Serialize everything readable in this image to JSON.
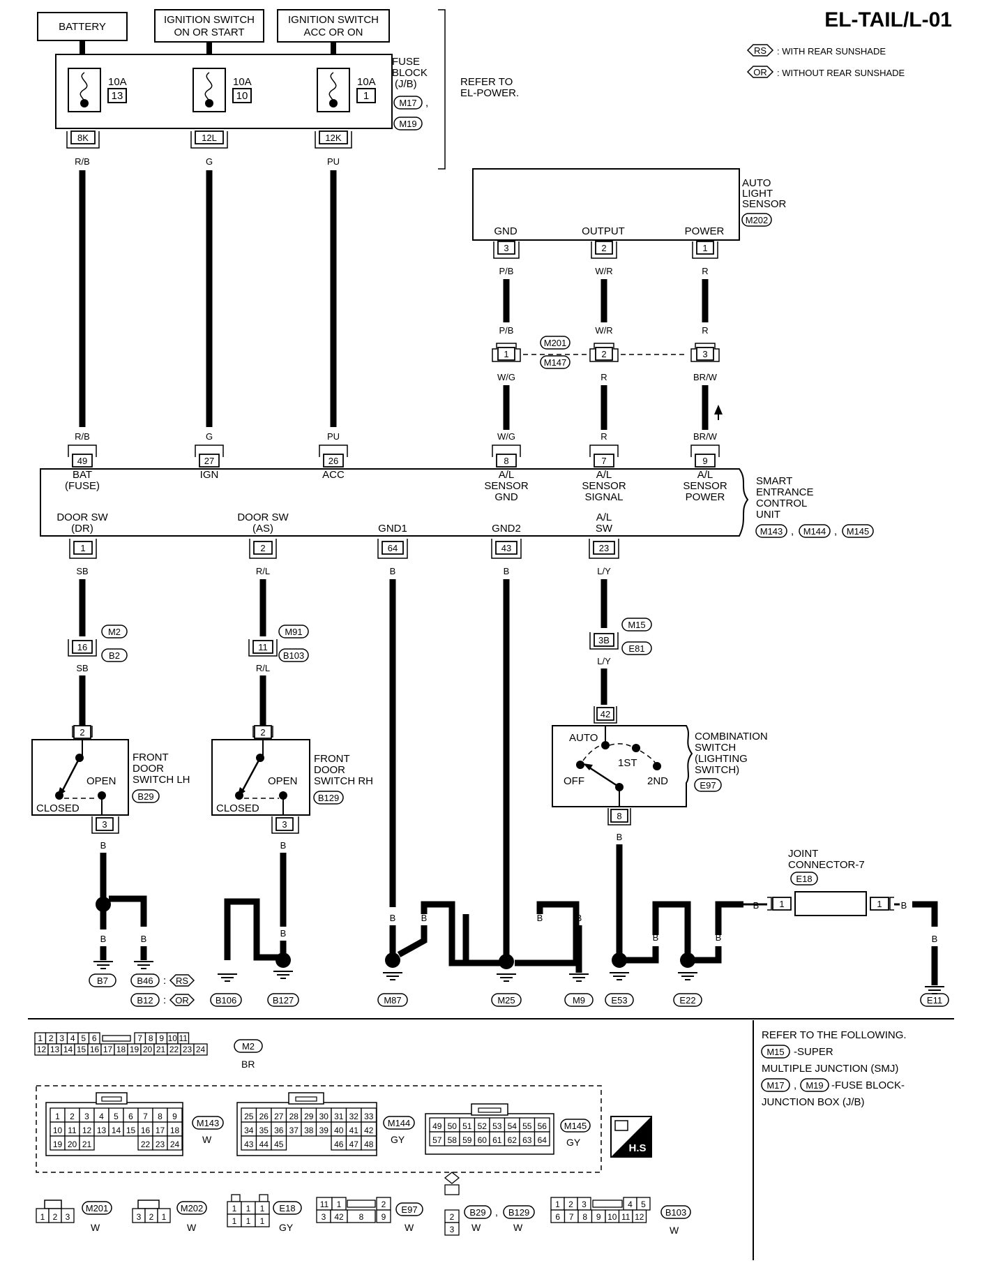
{
  "title": "EL-TAIL/L-01",
  "legend": {
    "rs_code": "RS",
    "rs_text": ": WITH REAR SUNSHADE",
    "or_code": "OR",
    "or_text": ": WITHOUT REAR SUNSHADE"
  },
  "power_sources": [
    {
      "label1": "BATTERY",
      "label2": ""
    },
    {
      "label1": "IGNITION SWITCH",
      "label2": "ON OR START"
    },
    {
      "label1": "IGNITION SWITCH",
      "label2": "ACC OR ON"
    }
  ],
  "fuse_block": {
    "label1": "FUSE",
    "label2": "BLOCK",
    "label3": "(J/B)",
    "conn1": "M17",
    "conn2": "M19",
    "fuses": [
      {
        "amp": "10A",
        "num": "13",
        "pin": "8K",
        "wire": "R/B"
      },
      {
        "amp": "10A",
        "num": "10",
        "pin": "12L",
        "wire": "G"
      },
      {
        "amp": "10A",
        "num": "1",
        "pin": "12K",
        "wire": "PU"
      }
    ]
  },
  "refer_power": {
    "line1": "REFER TO",
    "line2": "EL-POWER."
  },
  "auto_light_sensor": {
    "label1": "AUTO",
    "label2": "LIGHT",
    "label3": "SENSOR",
    "conn": "M202",
    "pins": [
      {
        "name": "GND",
        "num": "3",
        "wire_top": "P/B",
        "wire_mid": "P/B",
        "jnum": "1",
        "wire_bot": "W/G",
        "wire_scu": "W/G"
      },
      {
        "name": "OUTPUT",
        "num": "2",
        "wire_top": "W/R",
        "wire_mid": "W/R",
        "jnum": "2",
        "wire_bot": "R",
        "wire_scu": "R"
      },
      {
        "name": "POWER",
        "num": "1",
        "wire_top": "R",
        "wire_mid": "R",
        "jnum": "3",
        "wire_bot": "BR/W",
        "wire_scu": "BR/W"
      }
    ],
    "joint_conn1": "M201",
    "joint_conn2": "M147"
  },
  "scu": {
    "label1": "SMART",
    "label2": "ENTRANCE",
    "label3": "CONTROL",
    "label4": "UNIT",
    "conns": [
      "M143",
      "M144",
      "M145"
    ],
    "top_pins": [
      {
        "num": "49",
        "wire": "R/B",
        "name1": "BAT",
        "name2": "(FUSE)",
        "name3": ""
      },
      {
        "num": "27",
        "wire": "G",
        "name1": "IGN",
        "name2": "",
        "name3": ""
      },
      {
        "num": "26",
        "wire": "PU",
        "name1": "ACC",
        "name2": "",
        "name3": ""
      },
      {
        "num": "8",
        "wire": "W/G",
        "name1": "A/L",
        "name2": "SENSOR",
        "name3": "GND"
      },
      {
        "num": "7",
        "wire": "R",
        "name1": "A/L",
        "name2": "SENSOR",
        "name3": "SIGNAL"
      },
      {
        "num": "9",
        "wire": "BR/W",
        "name1": "A/L",
        "name2": "SENSOR",
        "name3": "POWER"
      }
    ],
    "bottom_pins": [
      {
        "num": "1",
        "wire": "SB",
        "name1": "DOOR SW",
        "name2": "(DR)"
      },
      {
        "num": "2",
        "wire": "R/L",
        "name1": "DOOR SW",
        "name2": "(AS)"
      },
      {
        "num": "64",
        "wire": "B",
        "name1": "GND1",
        "name2": ""
      },
      {
        "num": "43",
        "wire": "B",
        "name1": "GND2",
        "name2": ""
      },
      {
        "num": "23",
        "wire": "L/Y",
        "name1": "A/L",
        "name2": "SW"
      }
    ]
  },
  "inline_connectors": [
    {
      "num": "16",
      "c1": "M2",
      "c2": "B2",
      "wire": "SB"
    },
    {
      "num": "11",
      "c1": "M91",
      "c2": "B103",
      "wire": "R/L"
    },
    {
      "num": "3B",
      "c1": "M15",
      "c2": "E81",
      "wire": "L/Y"
    }
  ],
  "door_switches": [
    {
      "l1": "FRONT",
      "l2": "DOOR",
      "l3": "SWITCH LH",
      "conn": "B29",
      "pin_top": "2",
      "pin_bot": "3",
      "open": "OPEN",
      "closed": "CLOSED"
    },
    {
      "l1": "FRONT",
      "l2": "DOOR",
      "l3": "SWITCH RH",
      "conn": "B129",
      "pin_top": "2",
      "pin_bot": "3",
      "open": "OPEN",
      "closed": "CLOSED"
    }
  ],
  "combination_switch": {
    "l1": "COMBINATION",
    "l2": "SWITCH",
    "l3": "(LIGHTING",
    "l4": "SWITCH)",
    "conn": "E97",
    "pin_top": "42",
    "pin_bot": "8",
    "auto": "AUTO",
    "off": "OFF",
    "first": "1ST",
    "second": "2ND"
  },
  "joint_connector": {
    "l1": "JOINT",
    "l2": "CONNECTOR-7",
    "conn": "E18",
    "pin_l": "1",
    "pin_r": "1"
  },
  "ground_wire": "B",
  "grounds": {
    "b7": "B7",
    "b46": "B46",
    "b12": "B12",
    "b106": "B106",
    "b127": "B127",
    "m87": "M87",
    "m25": "M25",
    "m9": "M9",
    "e53": "E53",
    "e22": "E22",
    "e11": "E11",
    "rs": "RS",
    "or": "OR",
    "colon": ":"
  },
  "refer_following": {
    "line1": "REFER TO THE FOLLOWING.",
    "c1": "M15",
    "t1": "-SUPER",
    "line3": "MULTIPLE JUNCTION (SMJ)",
    "c2": "M17",
    "c3": "M19",
    "t2": "-FUSE BLOCK-",
    "line5": "JUNCTION BOX (J/B)"
  },
  "connector_faces": {
    "m2": {
      "name": "M2",
      "color": "BR",
      "row1a": [
        "1",
        "2",
        "3",
        "4",
        "5",
        "6"
      ],
      "row1b": [
        "7",
        "8",
        "9",
        "10",
        "11"
      ],
      "row2": [
        "12",
        "13",
        "14",
        "15",
        "16",
        "17",
        "18",
        "19",
        "20",
        "21",
        "22",
        "23",
        "24"
      ]
    },
    "m143": {
      "name": "M143",
      "color": "W",
      "rows": [
        [
          "1",
          "2",
          "3",
          "4",
          "5",
          "6",
          "7",
          "8",
          "9"
        ],
        [
          "10",
          "11",
          "12",
          "13",
          "14",
          "15",
          "16",
          "17",
          "18"
        ],
        [
          "19",
          "20",
          "21",
          "",
          "",
          "",
          "22",
          "23",
          "24"
        ]
      ]
    },
    "m144": {
      "name": "M144",
      "color": "GY",
      "rows": [
        [
          "25",
          "26",
          "27",
          "28",
          "29",
          "30",
          "31",
          "32",
          "33"
        ],
        [
          "34",
          "35",
          "36",
          "37",
          "38",
          "39",
          "40",
          "41",
          "42"
        ],
        [
          "43",
          "44",
          "45",
          "",
          "",
          "",
          "46",
          "47",
          "48"
        ]
      ]
    },
    "m145": {
      "name": "M145",
      "color": "GY",
      "rows": [
        [
          "49",
          "50",
          "51",
          "52",
          "53",
          "54",
          "55",
          "56"
        ],
        [
          "57",
          "58",
          "59",
          "60",
          "61",
          "62",
          "63",
          "64"
        ]
      ]
    },
    "hs": "H.S",
    "m201": {
      "name": "M201",
      "color": "W",
      "pins": [
        "1",
        "2",
        "3"
      ]
    },
    "m202": {
      "name": "M202",
      "color": "W",
      "pins": [
        "3",
        "2",
        "1"
      ]
    },
    "e18": {
      "name": "E18",
      "color": "GY",
      "row1": [
        "1",
        "1",
        "1"
      ],
      "row2": [
        "1",
        "1",
        "1"
      ]
    },
    "e97": {
      "name": "E97",
      "color": "W",
      "row1": [
        "11",
        "1",
        "2"
      ],
      "row2": [
        "3",
        "42",
        "8",
        "9"
      ]
    },
    "b29": {
      "name": "B29",
      "name2": "B129",
      "color": "W",
      "color2": "W",
      "pins": [
        "2",
        "3"
      ],
      "sep": ","
    },
    "b103": {
      "name": "B103",
      "color": "W",
      "row1a": [
        "1",
        "2",
        "3"
      ],
      "row1b": [
        "4",
        "5"
      ],
      "row2": [
        "6",
        "7",
        "8",
        "9",
        "10",
        "11",
        "12"
      ]
    }
  }
}
